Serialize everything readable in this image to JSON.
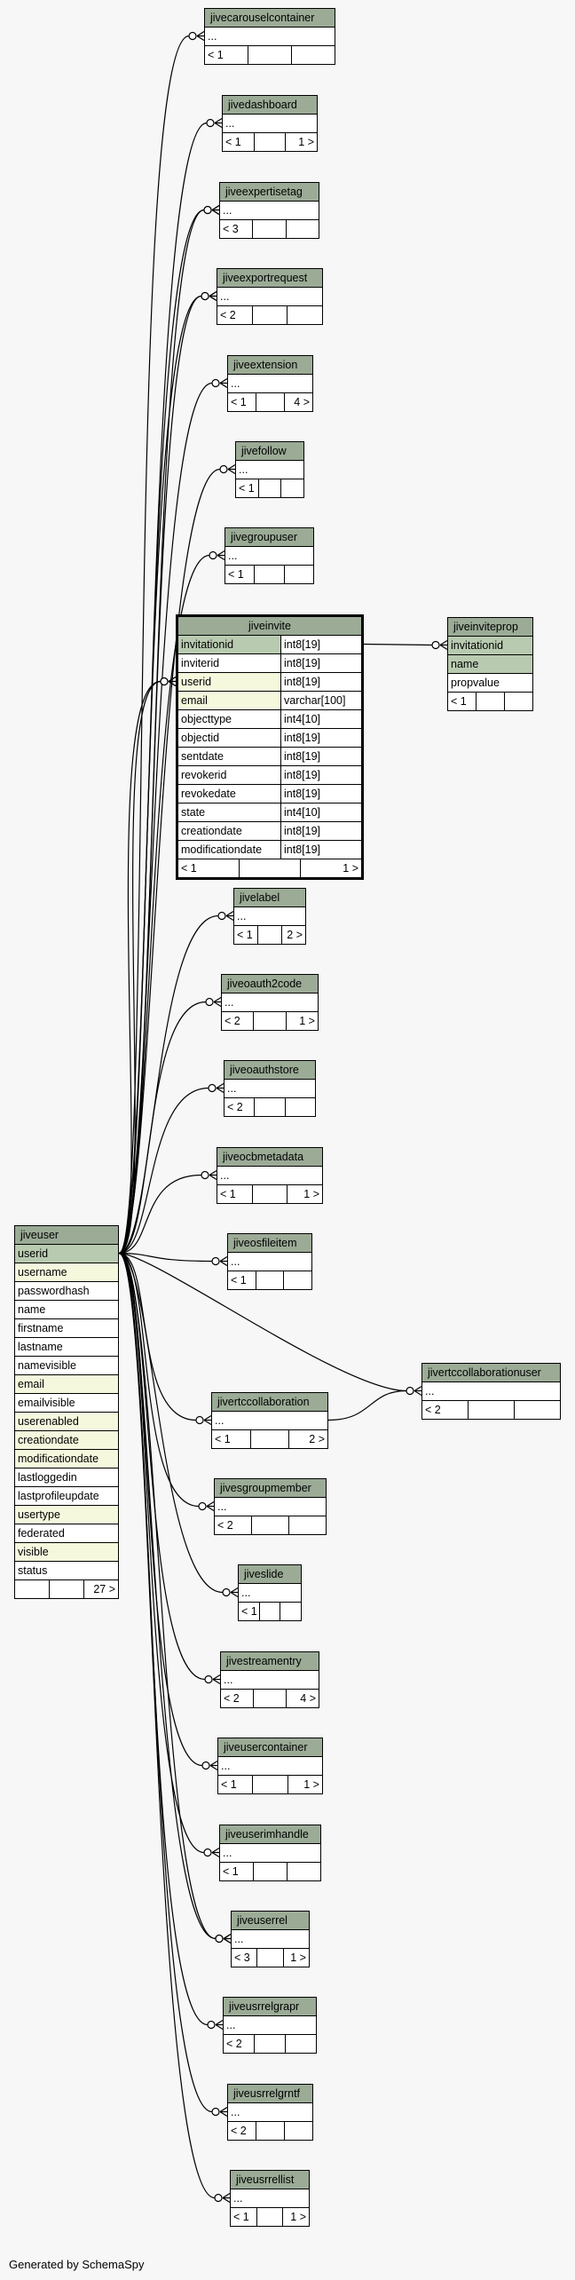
{
  "footer": "Generated by SchemaSpy",
  "tables": {
    "jiveuser": {
      "name": "jiveuser",
      "columns": [
        {
          "name": "userid",
          "kind": "pk"
        },
        {
          "name": "username",
          "kind": "idx"
        },
        {
          "name": "passwordhash",
          "kind": ""
        },
        {
          "name": "name",
          "kind": ""
        },
        {
          "name": "firstname",
          "kind": ""
        },
        {
          "name": "lastname",
          "kind": ""
        },
        {
          "name": "namevisible",
          "kind": ""
        },
        {
          "name": "email",
          "kind": "idx"
        },
        {
          "name": "emailvisible",
          "kind": ""
        },
        {
          "name": "userenabled",
          "kind": "idx"
        },
        {
          "name": "creationdate",
          "kind": "idx"
        },
        {
          "name": "modificationdate",
          "kind": "idx"
        },
        {
          "name": "lastloggedin",
          "kind": ""
        },
        {
          "name": "lastprofileupdate",
          "kind": ""
        },
        {
          "name": "usertype",
          "kind": "idx"
        },
        {
          "name": "federated",
          "kind": ""
        },
        {
          "name": "visible",
          "kind": "idx"
        },
        {
          "name": "status",
          "kind": ""
        }
      ],
      "footer": [
        "",
        "",
        "27 >"
      ]
    },
    "jiveinvite": {
      "name": "jiveinvite",
      "columns": [
        {
          "name": "invitationid",
          "type": "int8[19]",
          "kind": "pk"
        },
        {
          "name": "inviterid",
          "type": "int8[19]",
          "kind": ""
        },
        {
          "name": "userid",
          "type": "int8[19]",
          "kind": "idx"
        },
        {
          "name": "email",
          "type": "varchar[100]",
          "kind": "idx"
        },
        {
          "name": "objecttype",
          "type": "int4[10]",
          "kind": ""
        },
        {
          "name": "objectid",
          "type": "int8[19]",
          "kind": ""
        },
        {
          "name": "sentdate",
          "type": "int8[19]",
          "kind": ""
        },
        {
          "name": "revokerid",
          "type": "int8[19]",
          "kind": ""
        },
        {
          "name": "revokedate",
          "type": "int8[19]",
          "kind": ""
        },
        {
          "name": "state",
          "type": "int4[10]",
          "kind": ""
        },
        {
          "name": "creationdate",
          "type": "int8[19]",
          "kind": ""
        },
        {
          "name": "modificationdate",
          "type": "int8[19]",
          "kind": ""
        }
      ],
      "footer": [
        "< 1",
        "",
        "1 >"
      ]
    },
    "jiveinviteprop": {
      "name": "jiveinviteprop",
      "columns": [
        {
          "name": "invitationid",
          "kind": "pk"
        },
        {
          "name": "name",
          "kind": "pk"
        },
        {
          "name": "propvalue",
          "kind": ""
        }
      ],
      "footer": [
        "< 1",
        "",
        ""
      ]
    },
    "jivecarouselcontainer": {
      "name": "jivecarouselcontainer",
      "columns": [
        {
          "name": "...",
          "kind": ""
        }
      ],
      "footer": [
        "< 1",
        "",
        ""
      ]
    },
    "jivedashboard": {
      "name": "jivedashboard",
      "columns": [
        {
          "name": "...",
          "kind": ""
        }
      ],
      "footer": [
        "< 1",
        "",
        "1 >"
      ]
    },
    "jiveexpertisetag": {
      "name": "jiveexpertisetag",
      "columns": [
        {
          "name": "...",
          "kind": ""
        }
      ],
      "footer": [
        "< 3",
        "",
        ""
      ]
    },
    "jiveexportrequest": {
      "name": "jiveexportrequest",
      "columns": [
        {
          "name": "...",
          "kind": ""
        }
      ],
      "footer": [
        "< 2",
        "",
        ""
      ]
    },
    "jiveextension": {
      "name": "jiveextension",
      "columns": [
        {
          "name": "...",
          "kind": ""
        }
      ],
      "footer": [
        "< 1",
        "",
        "4 >"
      ]
    },
    "jivefollow": {
      "name": "jivefollow",
      "columns": [
        {
          "name": "...",
          "kind": ""
        }
      ],
      "footer": [
        "< 1",
        "",
        ""
      ]
    },
    "jivegroupuser": {
      "name": "jivegroupuser",
      "columns": [
        {
          "name": "...",
          "kind": ""
        }
      ],
      "footer": [
        "< 1",
        "",
        ""
      ]
    },
    "jivelabel": {
      "name": "jivelabel",
      "columns": [
        {
          "name": "...",
          "kind": ""
        }
      ],
      "footer": [
        "< 1",
        "",
        "2 >"
      ]
    },
    "jiveoauth2code": {
      "name": "jiveoauth2code",
      "columns": [
        {
          "name": "...",
          "kind": ""
        }
      ],
      "footer": [
        "< 2",
        "",
        "1 >"
      ]
    },
    "jiveoauthstore": {
      "name": "jiveoauthstore",
      "columns": [
        {
          "name": "...",
          "kind": ""
        }
      ],
      "footer": [
        "< 2",
        "",
        ""
      ]
    },
    "jiveocbmetadata": {
      "name": "jiveocbmetadata",
      "columns": [
        {
          "name": "...",
          "kind": ""
        }
      ],
      "footer": [
        "< 1",
        "",
        "1 >"
      ]
    },
    "jiveosfileitem": {
      "name": "jiveosfileitem",
      "columns": [
        {
          "name": "...",
          "kind": ""
        }
      ],
      "footer": [
        "< 1",
        "",
        ""
      ]
    },
    "jivertccollaborationuser": {
      "name": "jivertccollaborationuser",
      "columns": [
        {
          "name": "...",
          "kind": ""
        }
      ],
      "footer": [
        "< 2",
        "",
        ""
      ]
    },
    "jivertccollaboration": {
      "name": "jivertccollaboration",
      "columns": [
        {
          "name": "...",
          "kind": ""
        }
      ],
      "footer": [
        "< 1",
        "",
        "2 >"
      ]
    },
    "jivesgroupmember": {
      "name": "jivesgroupmember",
      "columns": [
        {
          "name": "...",
          "kind": ""
        }
      ],
      "footer": [
        "< 2",
        "",
        ""
      ]
    },
    "jiveslide": {
      "name": "jiveslide",
      "columns": [
        {
          "name": "...",
          "kind": ""
        }
      ],
      "footer": [
        "< 1",
        "",
        ""
      ]
    },
    "jivestreamentry": {
      "name": "jivestreamentry",
      "columns": [
        {
          "name": "...",
          "kind": ""
        }
      ],
      "footer": [
        "< 2",
        "",
        "4 >"
      ]
    },
    "jiveusercontainer": {
      "name": "jiveusercontainer",
      "columns": [
        {
          "name": "...",
          "kind": ""
        }
      ],
      "footer": [
        "< 1",
        "",
        "1 >"
      ]
    },
    "jiveuserimhandle": {
      "name": "jiveuserimhandle",
      "columns": [
        {
          "name": "...",
          "kind": ""
        }
      ],
      "footer": [
        "< 1",
        "",
        ""
      ]
    },
    "jiveuserrel": {
      "name": "jiveuserrel",
      "columns": [
        {
          "name": "...",
          "kind": ""
        }
      ],
      "footer": [
        "< 3",
        "",
        "1 >"
      ]
    },
    "jiveusrrelgrapr": {
      "name": "jiveusrrelgrapr",
      "columns": [
        {
          "name": "...",
          "kind": ""
        }
      ],
      "footer": [
        "< 2",
        "",
        ""
      ]
    },
    "jiveusrrelgrntf": {
      "name": "jiveusrrelgrntf",
      "columns": [
        {
          "name": "...",
          "kind": ""
        }
      ],
      "footer": [
        "< 2",
        "",
        ""
      ]
    },
    "jiveusrrellist": {
      "name": "jiveusrrellist",
      "columns": [
        {
          "name": "...",
          "kind": ""
        }
      ],
      "footer": [
        "< 1",
        "",
        "1 >"
      ]
    }
  },
  "relationships": [
    {
      "from": "jiveuser",
      "to": "jivecarouselcontainer"
    },
    {
      "from": "jiveuser",
      "to": "jivedashboard"
    },
    {
      "from": "jiveuser",
      "to": "jiveexpertisetag"
    },
    {
      "from": "jiveuser",
      "to": "jiveexpertisetag"
    },
    {
      "from": "jiveuser",
      "to": "jiveexportrequest"
    },
    {
      "from": "jiveuser",
      "to": "jiveexportrequest"
    },
    {
      "from": "jiveuser",
      "to": "jiveextension"
    },
    {
      "from": "jiveuser",
      "to": "jivefollow"
    },
    {
      "from": "jiveuser",
      "to": "jivegroupuser"
    },
    {
      "from": "jiveuser",
      "to": "jiveinvite"
    },
    {
      "from": "jiveuser",
      "to": "jiveinvite"
    },
    {
      "from": "jiveinvite",
      "to": "jiveinviteprop"
    },
    {
      "from": "jiveuser",
      "to": "jivelabel"
    },
    {
      "from": "jiveuser",
      "to": "jiveoauth2code"
    },
    {
      "from": "jiveuser",
      "to": "jiveoauthstore"
    },
    {
      "from": "jiveuser",
      "to": "jiveocbmetadata"
    },
    {
      "from": "jiveuser",
      "to": "jiveosfileitem"
    },
    {
      "from": "jiveuser",
      "to": "jivertccollaborationuser"
    },
    {
      "from": "jivertccollaboration",
      "to": "jivertccollaborationuser"
    },
    {
      "from": "jiveuser",
      "to": "jivertccollaboration"
    },
    {
      "from": "jiveuser",
      "to": "jivesgroupmember"
    },
    {
      "from": "jiveuser",
      "to": "jiveslide"
    },
    {
      "from": "jiveuser",
      "to": "jivestreamentry"
    },
    {
      "from": "jiveuser",
      "to": "jiveusercontainer"
    },
    {
      "from": "jiveuser",
      "to": "jiveuserimhandle"
    },
    {
      "from": "jiveuser",
      "to": "jiveuserrel"
    },
    {
      "from": "jiveuser",
      "to": "jiveuserrel"
    },
    {
      "from": "jiveuser",
      "to": "jiveusrrelgrapr"
    },
    {
      "from": "jiveuser",
      "to": "jiveusrrelgrntf"
    },
    {
      "from": "jiveuser",
      "to": "jiveusrrellist"
    }
  ]
}
